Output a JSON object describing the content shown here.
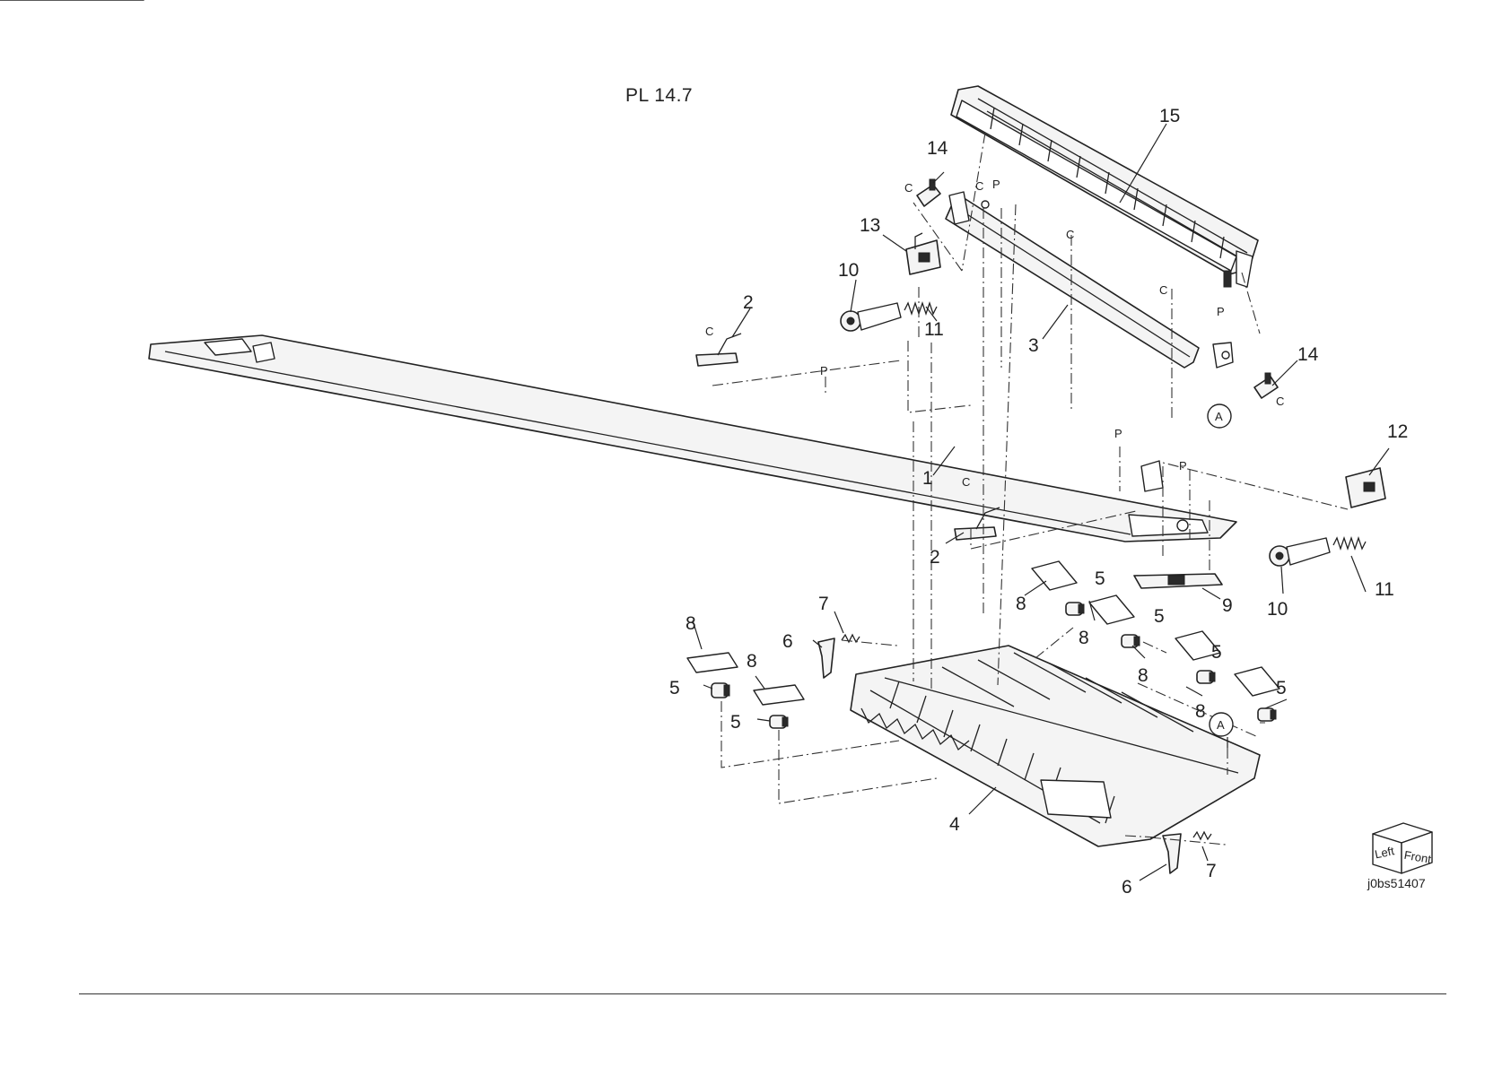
{
  "page": {
    "plate_title": "PL 14.7",
    "image_id": "j0bs51407"
  },
  "orientation_cube": {
    "left_label": "Left",
    "front_label": "Front"
  },
  "ref_letters": {
    "clip": "C",
    "point": "P",
    "ref_a": "A"
  },
  "callouts": {
    "c1": "1",
    "c2a": "2",
    "c2b": "2",
    "c3": "3",
    "c4": "4",
    "c5a": "5",
    "c5b": "5",
    "c5c": "5",
    "c5d": "5",
    "c5e": "5",
    "c5f": "5",
    "c6a": "6",
    "c6b": "6",
    "c7a": "7",
    "c7b": "7",
    "c8a": "8",
    "c8b": "8",
    "c8c": "8",
    "c8d": "8",
    "c8e": "8",
    "c8f": "8",
    "c9": "9",
    "c10a": "10",
    "c10b": "10",
    "c11a": "11",
    "c11b": "11",
    "c12": "12",
    "c13": "13",
    "c14a": "14",
    "c14b": "14",
    "c15": "15"
  }
}
